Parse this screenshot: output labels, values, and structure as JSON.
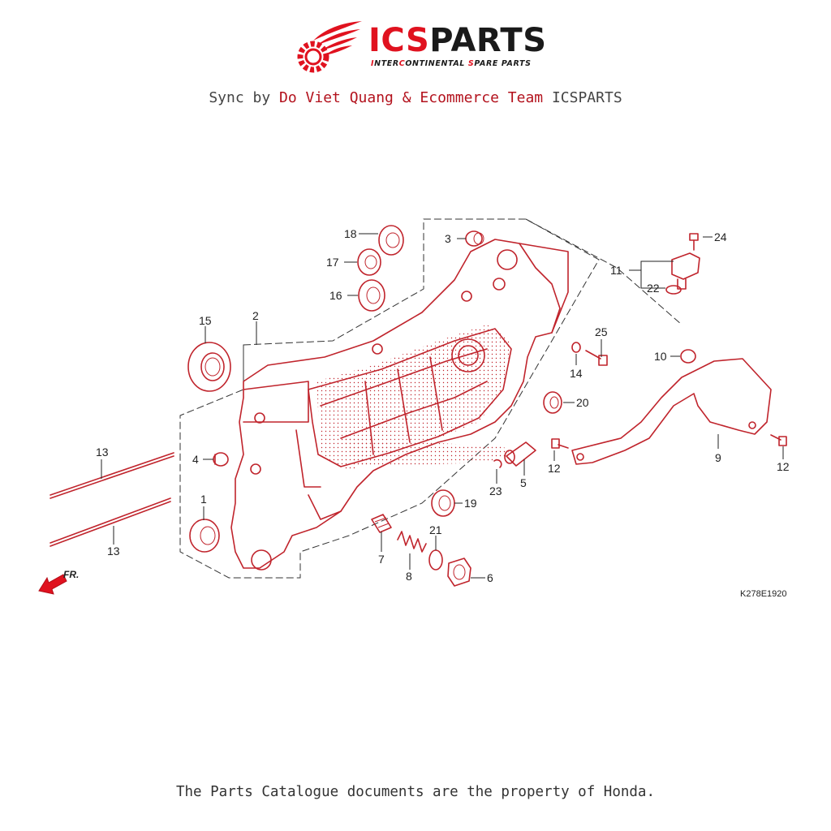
{
  "header": {
    "brand_red": "ICS",
    "brand_dark": "PARTS",
    "tagline": {
      "p1": "I",
      "p2": "NTER",
      "p3": "C",
      "p4": "ONTINENTAL ",
      "p5": "S",
      "p6": "PARE PARTS"
    },
    "sync_prefix": "Sync by ",
    "sync_author": "Do Viet Quang & Ecommerce Team",
    "sync_suffix": " ICSPARTS"
  },
  "diagram": {
    "code": "K278E1920",
    "front_label": "FR.",
    "callouts": [
      "1",
      "2",
      "3",
      "4",
      "5",
      "6",
      "7",
      "8",
      "9",
      "10",
      "11",
      "12",
      "12",
      "13",
      "13",
      "14",
      "15",
      "16",
      "17",
      "18",
      "19",
      "20",
      "21",
      "22",
      "23",
      "24",
      "25"
    ]
  },
  "footer": {
    "text": "The Parts Catalogue documents are the property of Honda."
  },
  "colors": {
    "accent": "#e0121f",
    "line": "#c0242c",
    "text": "#222222"
  }
}
